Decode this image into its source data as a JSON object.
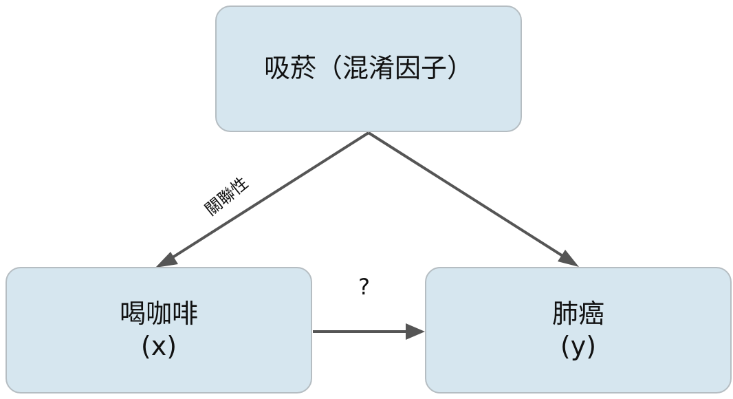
{
  "nodes": {
    "confounder": {
      "label": "吸菸（混淆因子）"
    },
    "exposure": {
      "label": "喝咖啡",
      "variable": "(x)"
    },
    "outcome": {
      "label": "肺癌",
      "variable": "(y)"
    }
  },
  "edges": {
    "confounder_to_exposure": {
      "label": "關聯性"
    },
    "exposure_to_outcome": {
      "label": "?"
    }
  },
  "colors": {
    "node_fill": "#d6e6ef",
    "node_border": "#b5bdc2",
    "edge": "#555555"
  }
}
